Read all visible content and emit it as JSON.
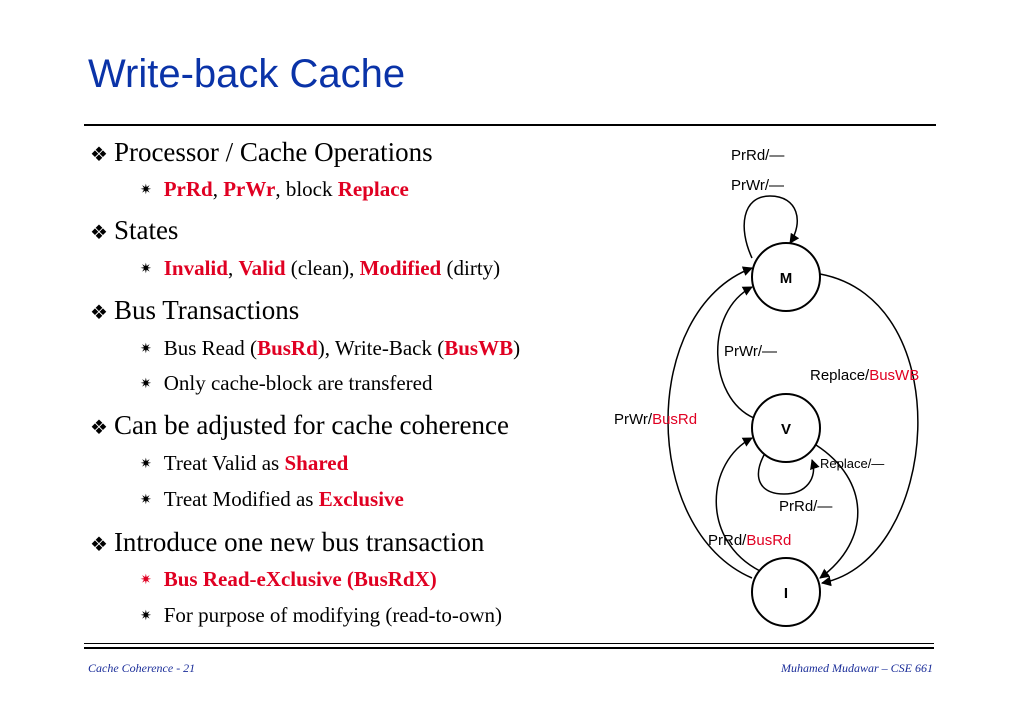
{
  "title": "Write-back Cache",
  "bullets": [
    {
      "text": "Processor / Cache Operations",
      "sub": [
        {
          "parts": [
            {
              "t": "PrRd",
              "red": true
            },
            {
              "t": ", "
            },
            {
              "t": "PrWr",
              "red": true
            },
            {
              "t": ", block "
            },
            {
              "t": "Replace",
              "red": true
            }
          ]
        }
      ]
    },
    {
      "text": "States",
      "sub": [
        {
          "parts": [
            {
              "t": "Invalid",
              "red": true
            },
            {
              "t": ", "
            },
            {
              "t": "Valid",
              "red": true
            },
            {
              "t": " (clean), "
            },
            {
              "t": "Modified",
              "red": true
            },
            {
              "t": " (dirty)"
            }
          ]
        }
      ]
    },
    {
      "text": "Bus Transactions",
      "sub": [
        {
          "parts": [
            {
              "t": "Bus Read ("
            },
            {
              "t": "BusRd",
              "red": true
            },
            {
              "t": "), Write-Back ("
            },
            {
              "t": "BusWB",
              "red": true
            },
            {
              "t": ")"
            }
          ]
        },
        {
          "parts": [
            {
              "t": "Only cache-block are transfered"
            }
          ]
        }
      ]
    },
    {
      "text": "Can be adjusted for cache coherence",
      "sub": [
        {
          "parts": [
            {
              "t": "Treat Valid as "
            },
            {
              "t": "Shared",
              "red": true
            }
          ]
        },
        {
          "parts": [
            {
              "t": "Treat Modified as "
            },
            {
              "t": "Exclusive",
              "red": true
            }
          ]
        }
      ]
    },
    {
      "text": "Introduce one new bus transaction",
      "sub": [
        {
          "parts": [
            {
              "t": "Bus Read-eXclusive (BusRdX)",
              "red": true
            }
          ],
          "red_bullet": true
        },
        {
          "parts": [
            {
              "t": "For purpose of modifying (read-to-own)"
            }
          ]
        }
      ]
    }
  ],
  "diagram": {
    "states": {
      "m": "M",
      "v": "V",
      "i": "I"
    },
    "labels": {
      "m_self_1": "PrRd/—",
      "m_self_2": "PrWr/—",
      "v_to_m": "PrWr/—",
      "m_to_i_a": "Replace/",
      "m_to_i_b": "BusWB",
      "i_to_m_a": "PrWr/",
      "i_to_m_b": "BusRd",
      "v_to_i": "Replace/—",
      "v_self": "PrRd/—",
      "i_to_v_a": "PrRd/",
      "i_to_v_b": "BusRd"
    }
  },
  "footer": {
    "left": "Cache Coherence - 21",
    "right": "Muhamed Mudawar – CSE 661"
  },
  "colors": {
    "title": "#0a33a8",
    "highlight": "#e00022",
    "footer": "#1a2d99"
  }
}
